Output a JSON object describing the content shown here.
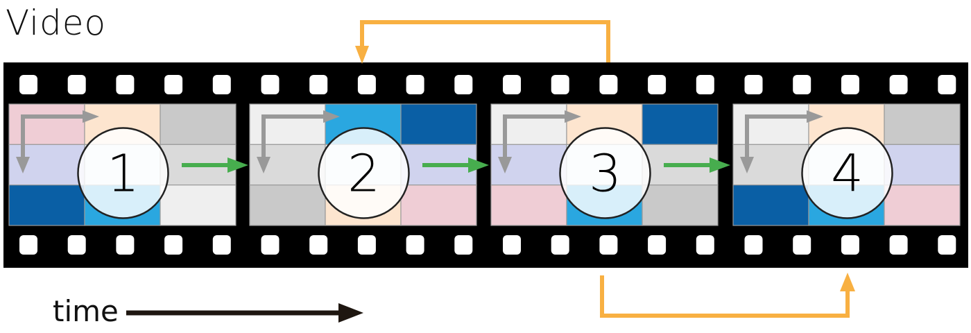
{
  "title": "Video",
  "time_label": "time",
  "colors": {
    "film": "#000000",
    "hole": "#ffffff",
    "pink": "#efcdd5",
    "peach": "#fde5cf",
    "gray": "#c9c9c9",
    "lavender": "#d0d3ee",
    "lightgray": "#dadada",
    "verylight": "#efefef",
    "darkblue": "#0a5fa5",
    "blue": "#2aa7e0",
    "center": "#e9f4f7",
    "scan_arrow": "#999999",
    "next_arrow": "#47ad4e",
    "jump_arrow": "#f8b042",
    "time_arrow": "#1e1610"
  },
  "frames": [
    {
      "number": "1",
      "cells": [
        "pink",
        "peach",
        "gray",
        "lavender",
        "center",
        "lightgray",
        "darkblue",
        "blue",
        "verylight"
      ]
    },
    {
      "number": "2",
      "cells": [
        "verylight",
        "blue",
        "darkblue",
        "lightgray",
        "center",
        "lavender",
        "gray",
        "peach",
        "pink"
      ]
    },
    {
      "number": "3",
      "cells": [
        "verylight",
        "peach",
        "darkblue",
        "lavender",
        "center",
        "lightgray",
        "pink",
        "blue",
        "gray"
      ]
    },
    {
      "number": "4",
      "cells": [
        "verylight",
        "peach",
        "gray",
        "lightgray",
        "center",
        "lavender",
        "darkblue",
        "blue",
        "pink"
      ]
    }
  ],
  "sprocket_holes_per_row": 20,
  "jumps": [
    {
      "from_frame": "3",
      "to_frame": "2",
      "side": "top"
    },
    {
      "from_frame": "3",
      "to_frame": "4",
      "side": "bottom"
    }
  ]
}
